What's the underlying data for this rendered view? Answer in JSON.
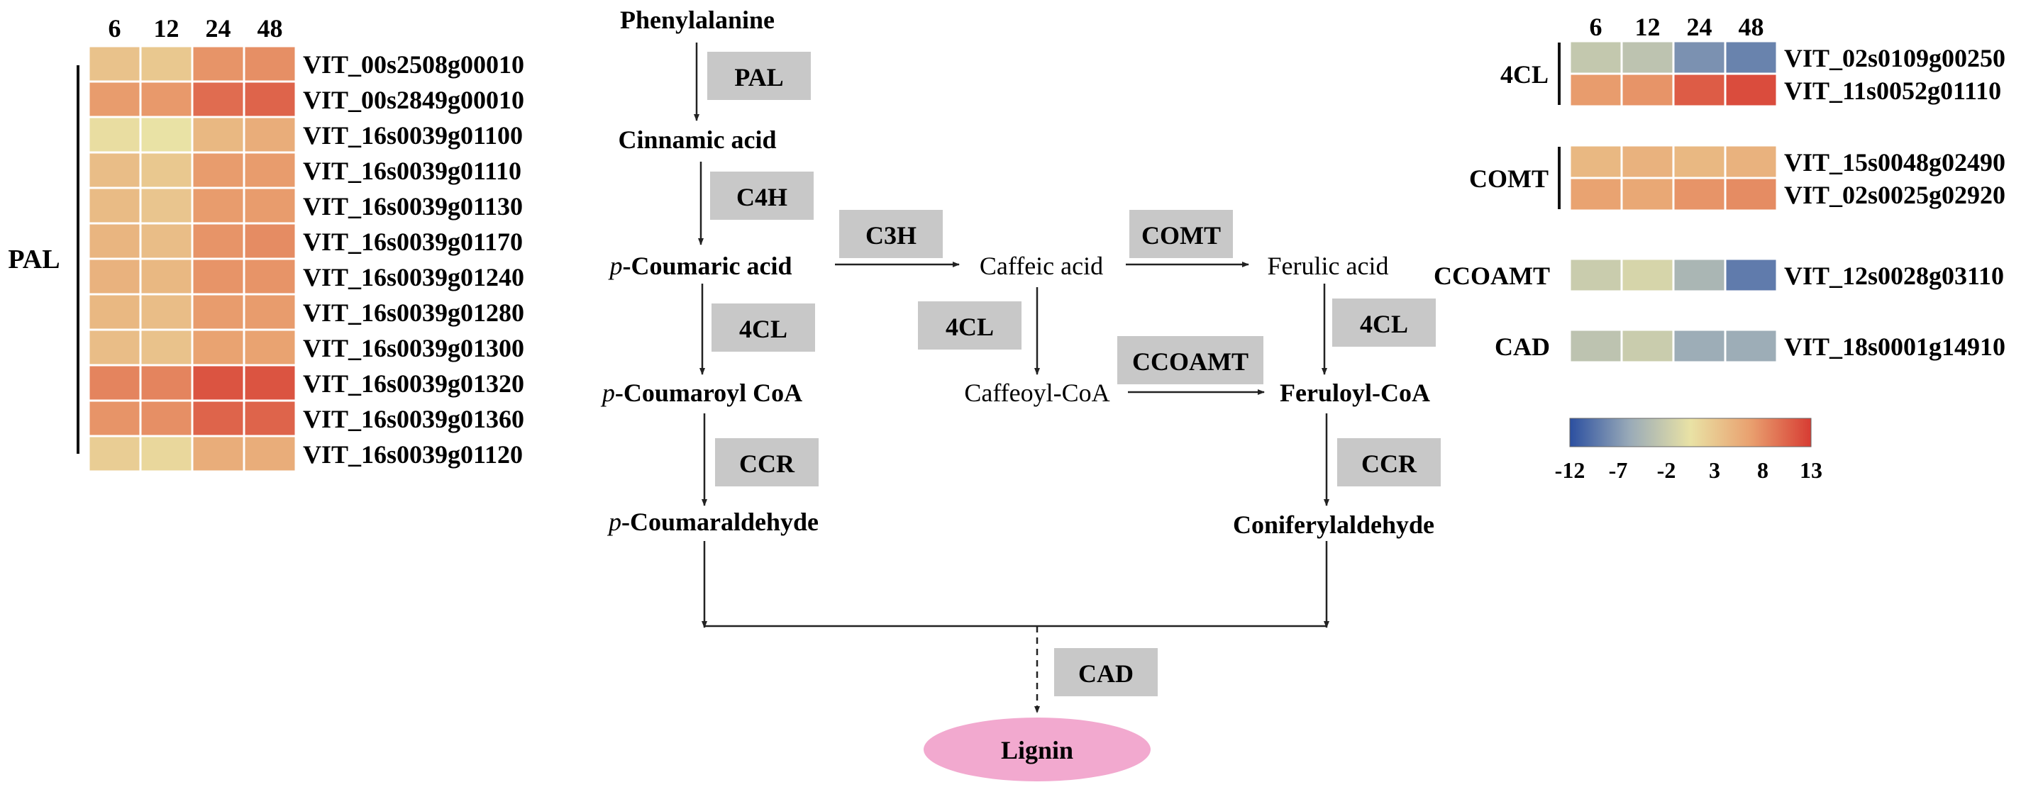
{
  "heatmap_left": {
    "group_label": "PAL",
    "columns": [
      "6",
      "12",
      "24",
      "48"
    ],
    "rows": [
      {
        "gene": "VIT_00s2508g00010",
        "values": [
          3.5,
          3.0,
          7.5,
          7.8
        ]
      },
      {
        "gene": "VIT_00s2849g00010",
        "values": [
          7.0,
          7.2,
          10.0,
          10.5
        ]
      },
      {
        "gene": "VIT_16s0039g01100",
        "values": [
          1.0,
          0.5,
          4.5,
          5.5
        ]
      },
      {
        "gene": "VIT_16s0039g01110",
        "values": [
          4.0,
          3.0,
          7.0,
          7.0
        ]
      },
      {
        "gene": "VIT_16s0039g01130",
        "values": [
          4.2,
          3.2,
          7.0,
          7.0
        ]
      },
      {
        "gene": "VIT_16s0039g01170",
        "values": [
          4.8,
          4.0,
          7.5,
          8.0
        ]
      },
      {
        "gene": "VIT_16s0039g01240",
        "values": [
          5.0,
          4.5,
          7.5,
          7.5
        ]
      },
      {
        "gene": "VIT_16s0039g01280",
        "values": [
          4.5,
          4.0,
          7.0,
          7.0
        ]
      },
      {
        "gene": "VIT_16s0039g01300",
        "values": [
          4.0,
          3.5,
          6.5,
          6.5
        ]
      },
      {
        "gene": "VIT_16s0039g01320",
        "values": [
          8.5,
          8.5,
          11.5,
          11.5
        ]
      },
      {
        "gene": "VIT_16s0039g01360",
        "values": [
          7.5,
          7.8,
          10.5,
          10.5
        ]
      },
      {
        "gene": "VIT_16s0039g01120",
        "values": [
          2.5,
          1.5,
          5.5,
          5.5
        ]
      }
    ]
  },
  "heatmap_right": {
    "columns": [
      "6",
      "12",
      "24",
      "48"
    ],
    "groups": [
      {
        "label": "4CL",
        "rows": [
          {
            "gene": "VIT_02s0109g00250",
            "values": [
              -2.5,
              -3.0,
              -7.5,
              -8.5
            ]
          },
          {
            "gene": "VIT_11s0052g01110",
            "values": [
              7.0,
              7.5,
              11.0,
              12.0
            ]
          }
        ]
      },
      {
        "label": "COMT",
        "rows": [
          {
            "gene": "VIT_15s0048g02490",
            "values": [
              4.5,
              5.0,
              4.5,
              5.0
            ]
          },
          {
            "gene": "VIT_02s0025g02920",
            "values": [
              6.5,
              6.0,
              7.5,
              8.0
            ]
          }
        ]
      },
      {
        "label": "CCOAMT",
        "rows": [
          {
            "gene": "VIT_12s0028g03110",
            "values": [
              -2.0,
              -1.0,
              -4.5,
              -9.0
            ]
          }
        ]
      },
      {
        "label": "CAD",
        "rows": [
          {
            "gene": "VIT_18s0001g14910",
            "values": [
              -3.0,
              -2.0,
              -5.5,
              -5.5
            ]
          }
        ]
      }
    ]
  },
  "color_scale": {
    "min": -12,
    "max": 13,
    "ticks": [
      "-12",
      "-7",
      "-2",
      "3",
      "8",
      "13"
    ],
    "stops": [
      "#2b4fa0",
      "#9aabb8",
      "#e9e2a5",
      "#e9a06f",
      "#d73c33"
    ]
  },
  "pathway": {
    "metabolites": {
      "phenylalanine": "Phenylalanine",
      "cinnamic": "Cinnamic acid",
      "p_prefix": "p",
      "coumaric": "-Coumaric acid",
      "caffeic": "Caffeic acid",
      "ferulic": "Ferulic acid",
      "coumaroyl": "-Coumaroyl CoA",
      "caffeoyl": "Caffeoyl-CoA",
      "feruloyl": "Feruloyl-CoA",
      "coumaraldehyde": "-Coumaraldehyde",
      "coniferyl": "Coniferylaldehyde",
      "lignin": "Lignin"
    },
    "enzymes": {
      "pal": "PAL",
      "c4h": "C4H",
      "c3h": "C3H",
      "comt": "COMT",
      "cl_left": "4CL",
      "cl_mid": "4CL",
      "cl_right": "4CL",
      "ccoamt": "CCOAMT",
      "ccr_left": "CCR",
      "ccr_right": "CCR",
      "cad": "CAD"
    },
    "colors": {
      "enzyme_box": "#c8c8c8",
      "lignin_fill": "#f2a9cf"
    }
  }
}
